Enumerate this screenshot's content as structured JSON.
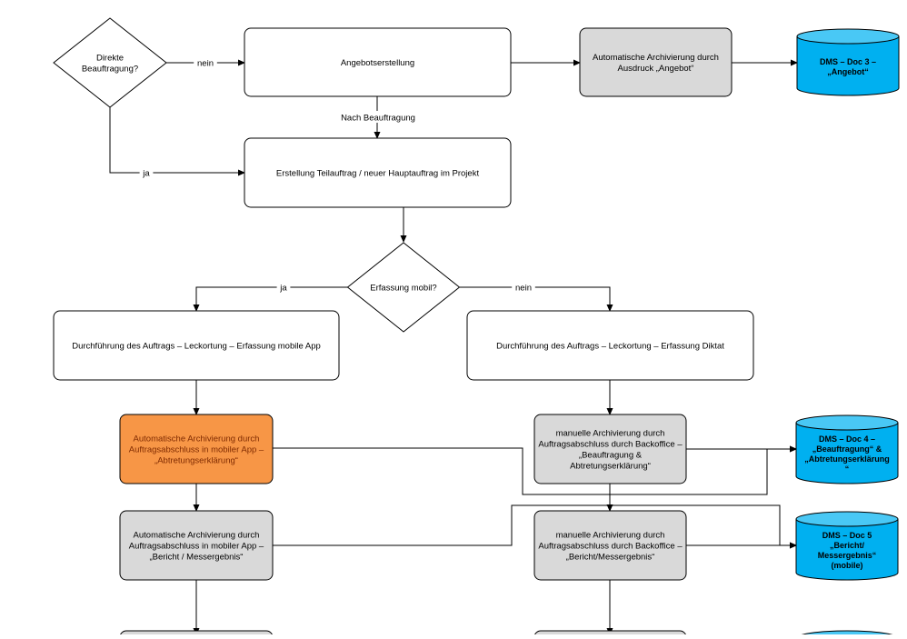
{
  "colors": {
    "white": "#ffffff",
    "gray": "#d9d9d9",
    "orange": "#f79646",
    "cyan": "#00b0f0",
    "stroke": "#000000",
    "db_top": "#49c8f5"
  },
  "diagram": {
    "decisions": {
      "d1": [
        "Direkte",
        "Beauftragung?"
      ],
      "d2": [
        "Erfassung mobil?"
      ]
    },
    "processes": {
      "angebot": [
        "Angebotserstellung"
      ],
      "erstellung": [
        "Erstellung Teilauftrag / neuer Hauptauftrag im Projekt"
      ],
      "mobile_app": [
        "Durchführung des Auftrags – Leckortung – Erfassung mobile App"
      ],
      "diktat": [
        "Durchführung des Auftrags – Leckortung – Erfassung Diktat"
      ],
      "arch_angebot": [
        "Automatische Archivierung durch",
        "Ausdruck „Angebot“"
      ],
      "arch_abtretung": [
        "Automatische Archivierung durch",
        "Auftragsabschluss in mobiler App –",
        "„Abtretungserklärung“"
      ],
      "arch_bericht_mobil": [
        "Automatische Archivierung durch",
        "Auftragsabschluss in mobiler App –",
        "„Bericht / Messergebnis“"
      ],
      "man_beauftragung": [
        "manuelle Archivierung durch",
        "Auftragsabschluss durch Backoffice –",
        "„Beauftragung &",
        "Abtretungserklärung“"
      ],
      "man_bericht": [
        "manuelle Archivierung durch",
        "Auftragsabschluss durch Backoffice –",
        "„Bericht/Messergebnis“"
      ]
    },
    "databases": {
      "db3": [
        "DMS – Doc 3 –",
        "„Angebot“"
      ],
      "db4": [
        "DMS – Doc 4 –",
        "„Beauftragung“ &",
        "„Abtretungserklärung",
        "“"
      ],
      "db5": [
        "DMS – Doc 5",
        "„Bericht/",
        "Messergebnis“",
        "(mobile)"
      ]
    },
    "edge_labels": {
      "nein1": "nein",
      "nach_beauftragung": "Nach Beauftragung",
      "ja1": "ja",
      "ja2": "ja",
      "nein2": "nein"
    }
  }
}
